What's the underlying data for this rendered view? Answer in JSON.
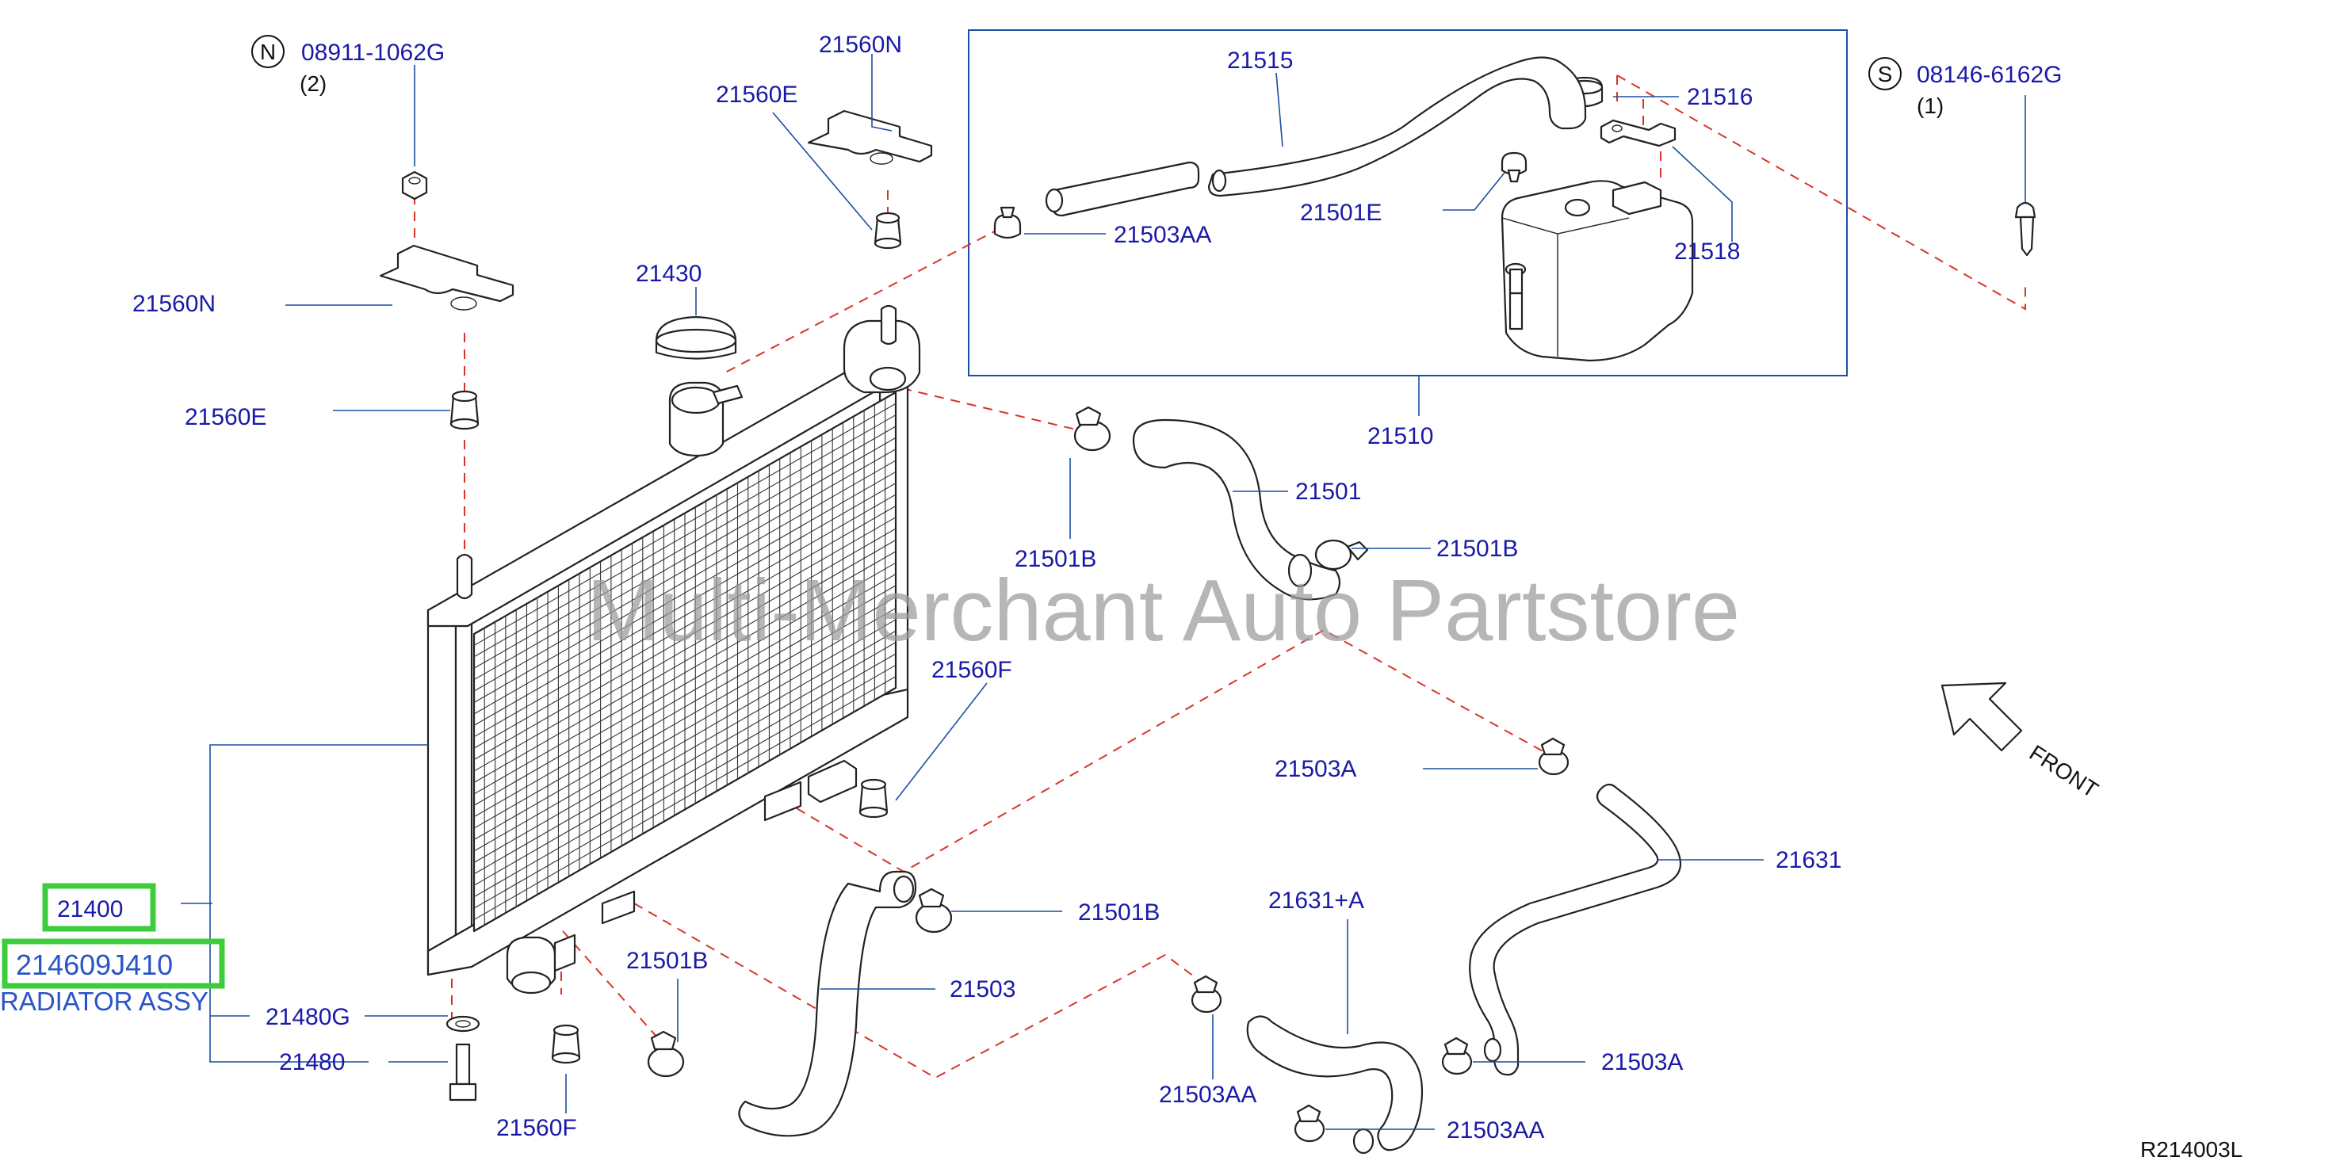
{
  "labels": {
    "nut_code": "08911-1062G",
    "nut_qty": "(2)",
    "nut_marker": "N",
    "screw_code": "08146-6162G",
    "screw_qty": "(1)",
    "screw_marker": "S",
    "bracket_upper_top": "21560N",
    "bushing_upper_top": "21560E",
    "bracket_upper_left": "21560N",
    "bushing_upper_left": "21560E",
    "radiator_cap": "21430",
    "reservoir_hose": "21515",
    "reservoir_cap": "21516",
    "reservoir_bracket": "21518",
    "reservoir_clamp": "21501E",
    "clamp_reservoir_hose": "21503AA",
    "reservoir_assy": "21510",
    "upper_hose": "21501",
    "upper_clamp_left": "21501B",
    "upper_clamp_right": "21501B",
    "bushing_lower_right": "21560F",
    "bushing_lower_bottom": "21560F",
    "lower_clamp_a": "21503A",
    "lower_clamp_a2": "21503A",
    "oil_cooler_hose": "21631",
    "oil_cooler_hose_a": "21631+A",
    "clamp_aa_1": "21503AA",
    "clamp_aa_2": "21503AA",
    "lower_hose": "21503",
    "lower_clamp_b_right": "21501B",
    "lower_clamp_b_left": "21501B",
    "radiator": "21400",
    "part_number": "214609J410",
    "part_name": "RADIATOR ASSY",
    "drain_gasket": "21480G",
    "drain_plug": "21480",
    "front": "FRONT",
    "diagram_code": "R214003L",
    "watermark": "Multi-Merchant Auto Partstore"
  },
  "colors": {
    "label": "#1a1aa8",
    "leader": "#1a4fa0",
    "dashed_line": "#d9342b",
    "highlight": "#3ccc3c",
    "watermark": "#9a9a9a"
  }
}
